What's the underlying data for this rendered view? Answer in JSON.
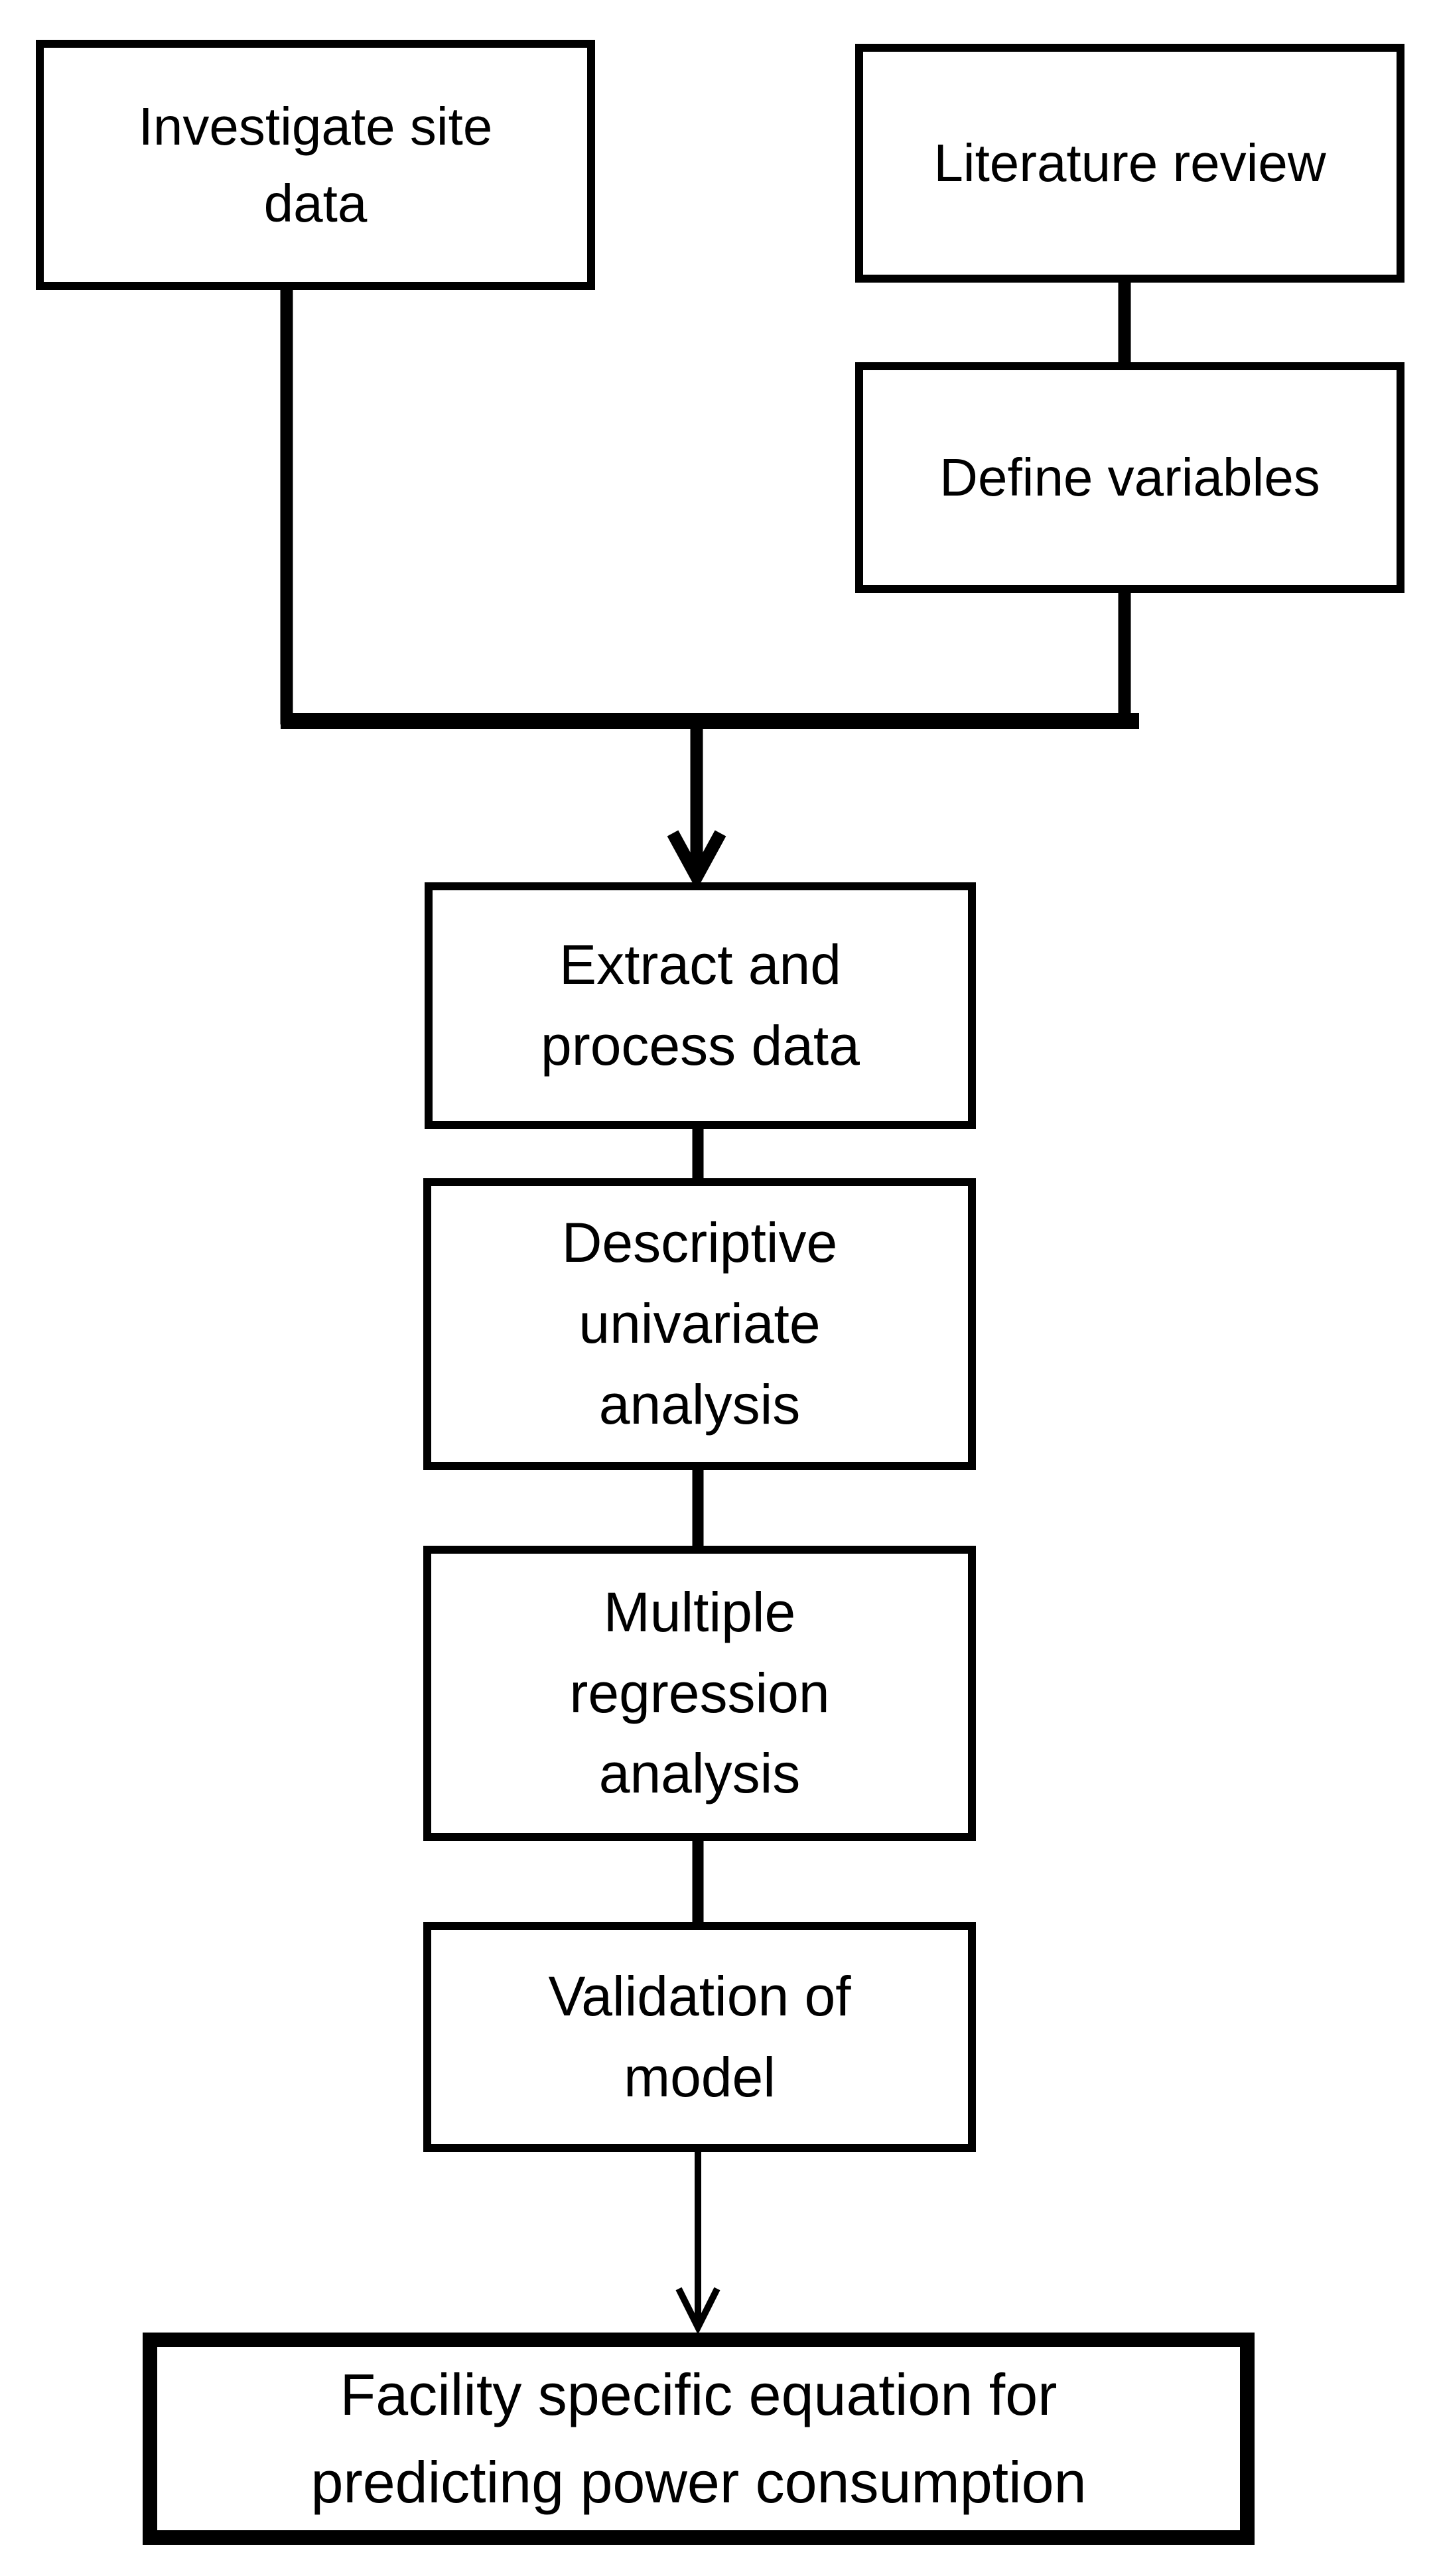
{
  "colors": {
    "ink": "#000000",
    "paper": "#ffffff"
  },
  "flowchart": {
    "boxes": [
      {
        "name": "investigate-site-data",
        "label": "Investigate site\ndata"
      },
      {
        "name": "literature-review",
        "label": "Literature review"
      },
      {
        "name": "define-variables",
        "label": "Define variables"
      },
      {
        "name": "extract-and-process-data",
        "label": "Extract and\nprocess data"
      },
      {
        "name": "descriptive-univariate-analysis",
        "label": "Descriptive\nunivariate\nanalysis"
      },
      {
        "name": "multiple-regression-analysis",
        "label": "Multiple\nregression\nanalysis"
      },
      {
        "name": "validation-of-model",
        "label": "Validation of\nmodel"
      },
      {
        "name": "facility-specific-equation",
        "label": "Facility specific equation for\npredicting power consumption"
      }
    ]
  }
}
